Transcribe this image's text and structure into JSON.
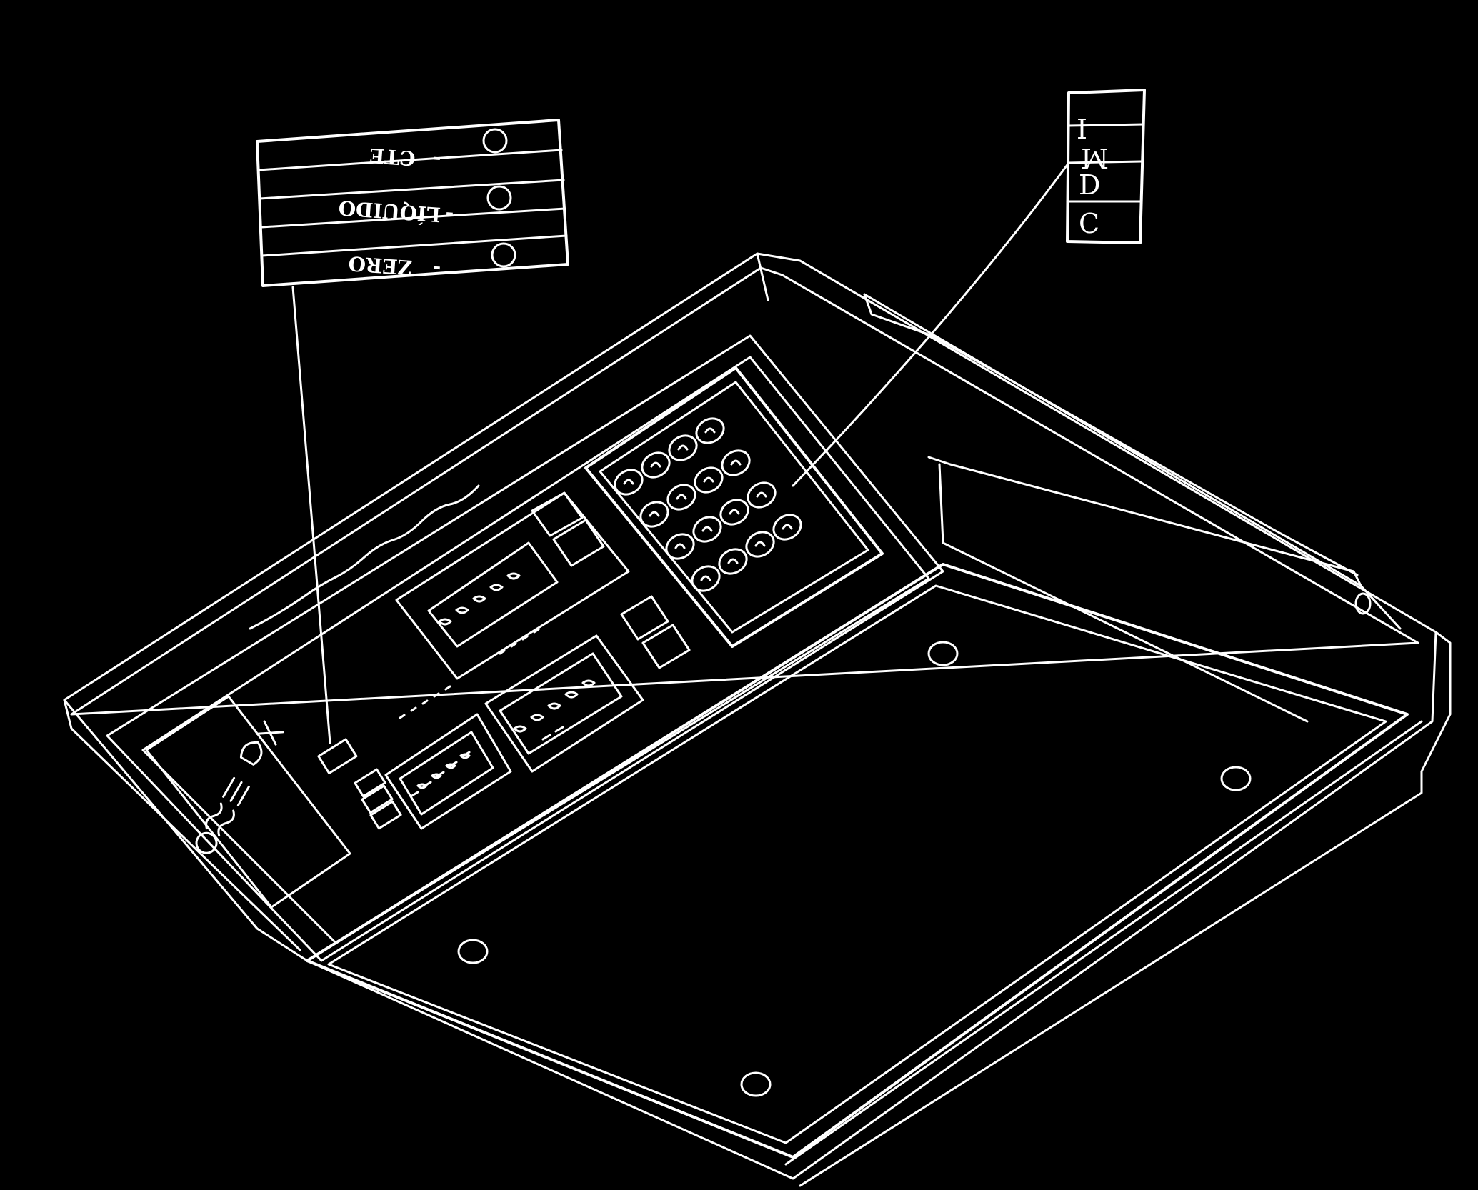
{
  "colors": {
    "background": "#000000",
    "line": "#ffffff"
  },
  "indicator_legend": {
    "rows": [
      {
        "label": "CTE",
        "separator": "-",
        "symbol": "led-circle"
      },
      {
        "label": "LÍQUIDO",
        "separator": "-",
        "symbol": "led-circle"
      },
      {
        "label": "ZERO",
        "separator": "-",
        "symbol": "led-circle"
      }
    ]
  },
  "key_legend": {
    "rows": [
      "I",
      "M",
      "D",
      "C"
    ]
  }
}
